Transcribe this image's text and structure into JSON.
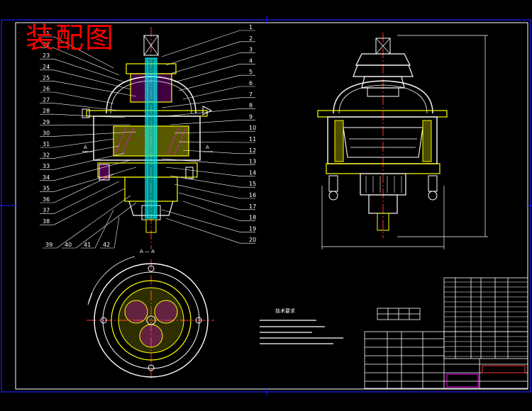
{
  "drawing": {
    "title": "装配图",
    "colors": {
      "background": "#000000",
      "outer_border": "#0000ff",
      "inner_border": "#ffffff",
      "geometry": "#ffffff",
      "part": "#ffff00",
      "hatch": "#ff00ff",
      "center_line": "#ff0000",
      "shaft": "#00ffff",
      "dimension": "#ffffff",
      "title": "#ff0000"
    }
  },
  "balloons_right": [
    "1",
    "2",
    "3",
    "4",
    "5",
    "6",
    "7",
    "8",
    "9",
    "10",
    "11",
    "12",
    "13",
    "14",
    "15",
    "16",
    "17",
    "18",
    "19",
    "20"
  ],
  "balloons_left": [
    "21",
    "22",
    "23",
    "24",
    "25",
    "26",
    "27",
    "28",
    "29",
    "30",
    "31",
    "32",
    "33",
    "34",
    "35",
    "36",
    "37",
    "38",
    "39",
    "40",
    "41",
    "42"
  ],
  "section_marks": {
    "a": "A",
    "aa": "A — A"
  },
  "tech_req": {
    "title": "技术要求"
  },
  "spec_table": {
    "headers": [
      "",
      "",
      "",
      ""
    ],
    "values": [
      "",
      "",
      "",
      ""
    ]
  }
}
